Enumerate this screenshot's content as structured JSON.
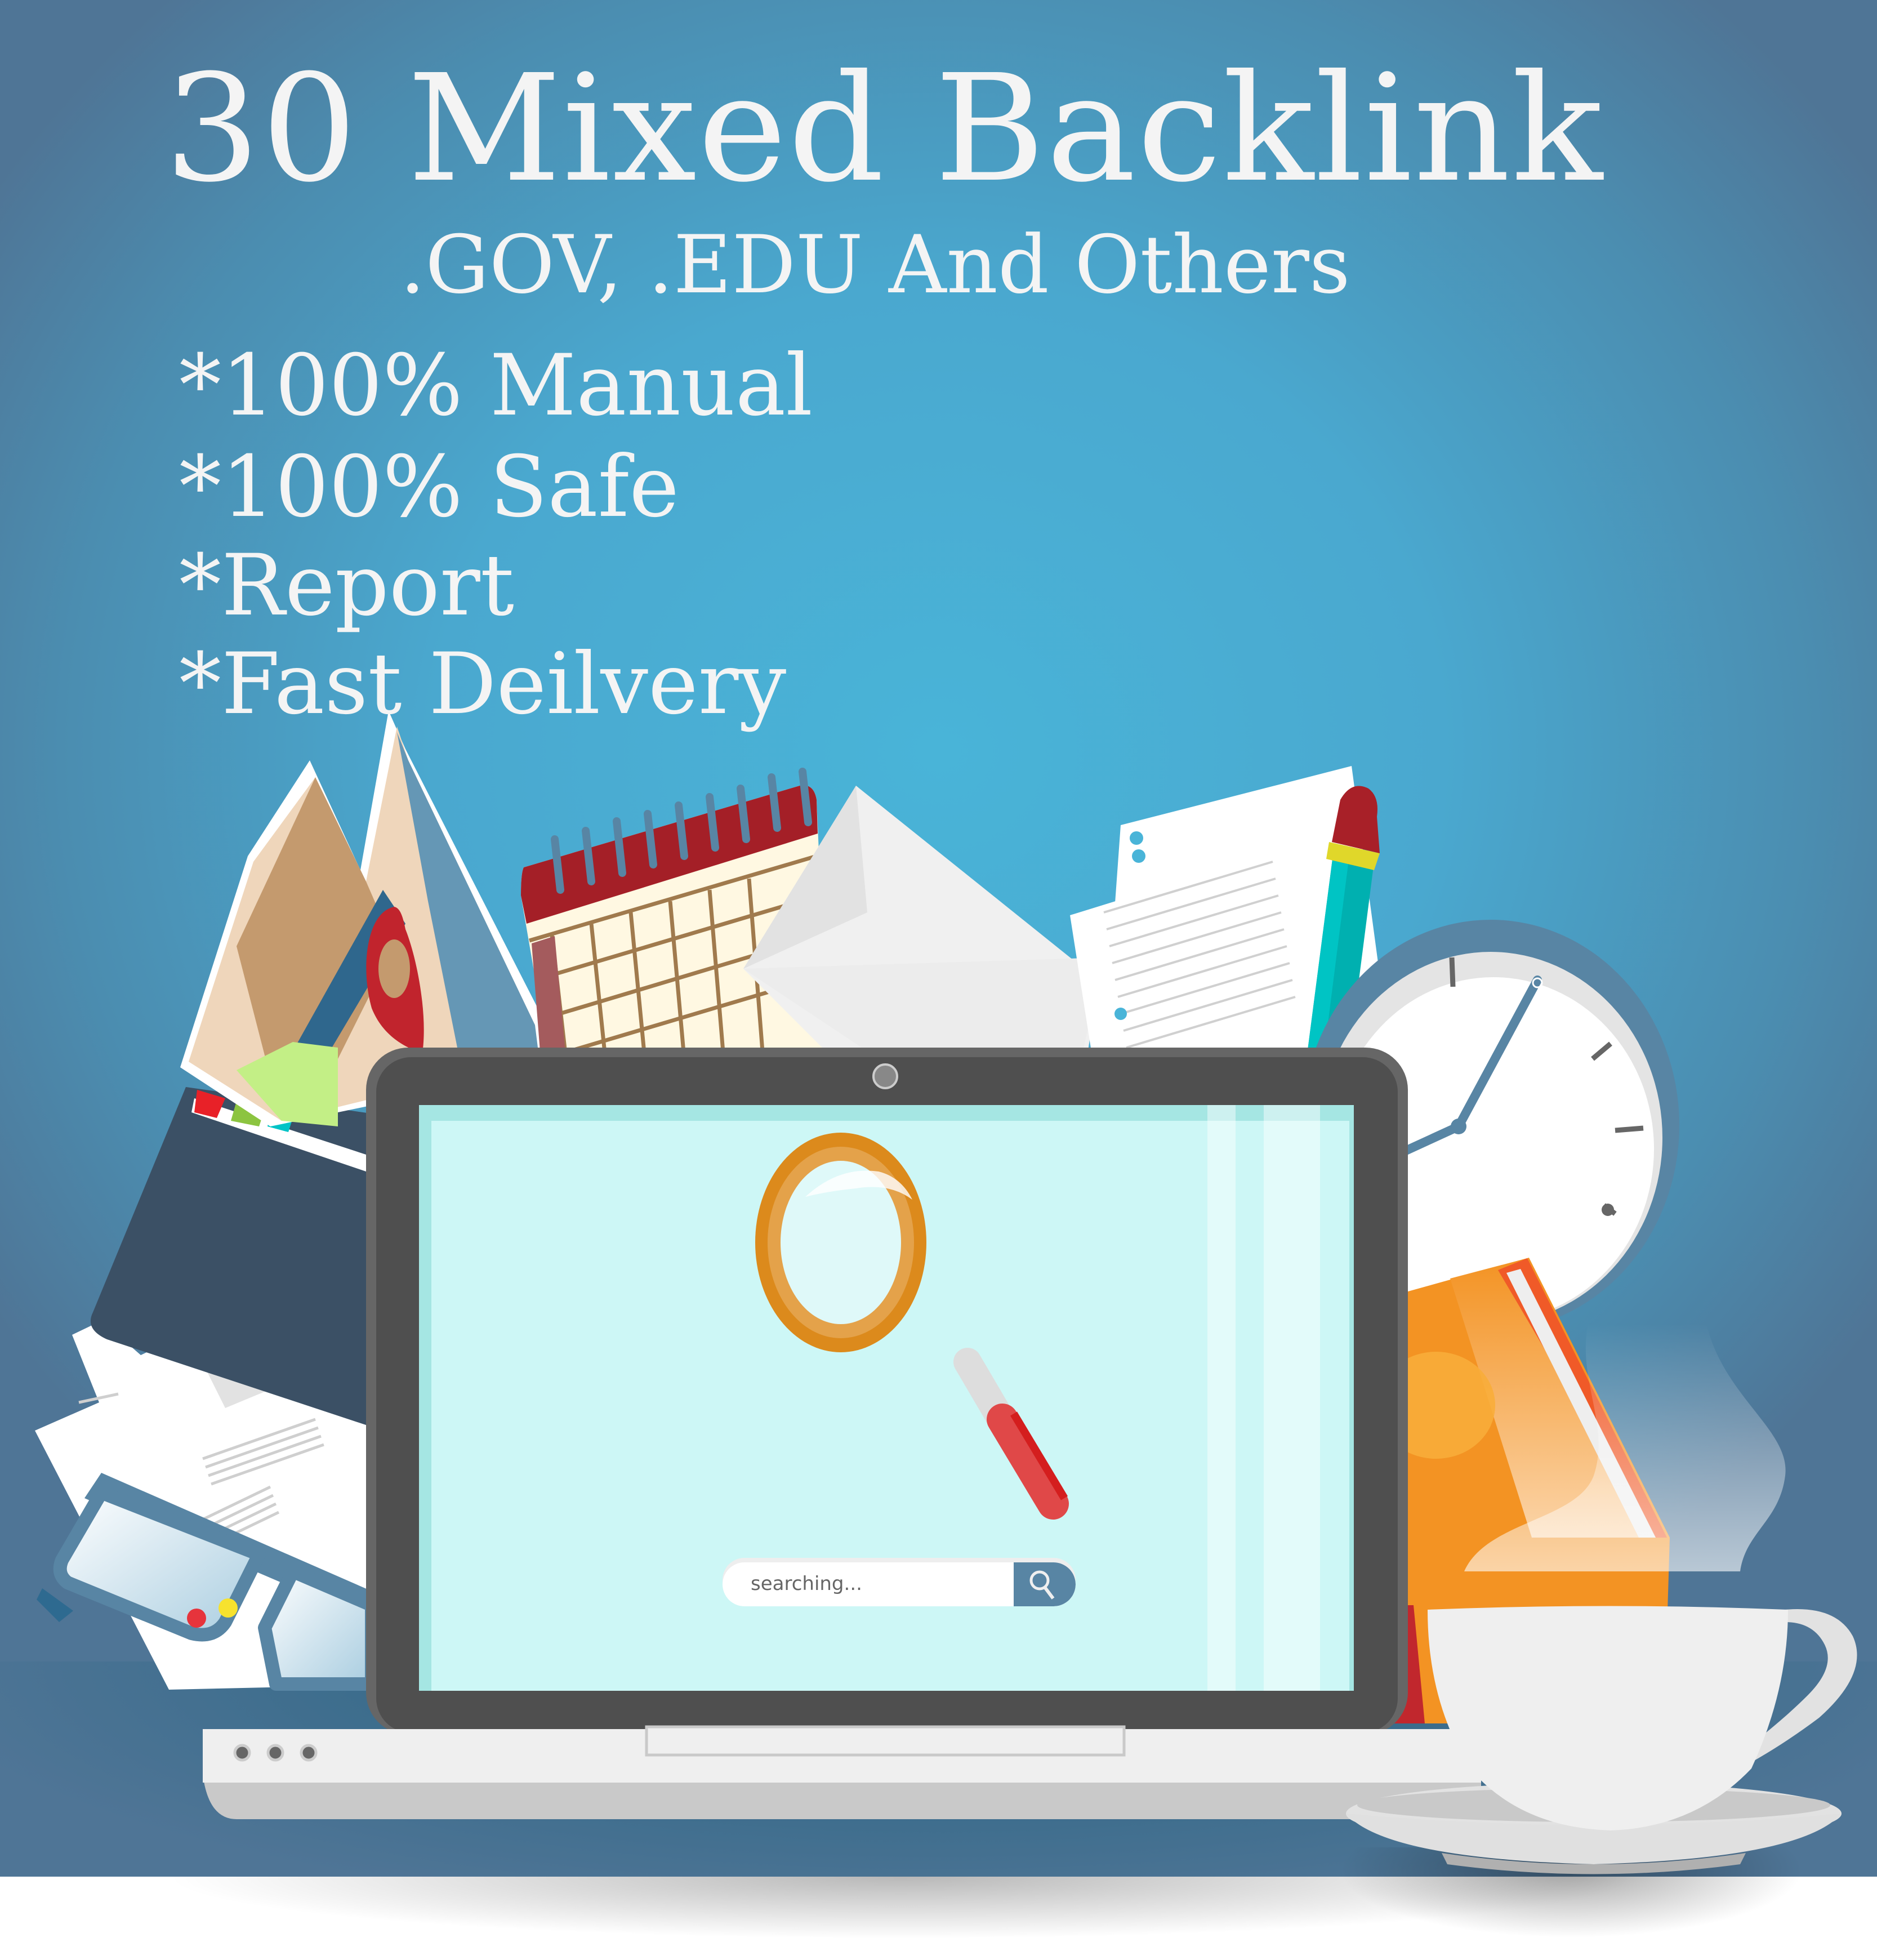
{
  "headline": "30 Mixed Backlink",
  "subheadline": ".GOV, .EDU And Others",
  "features": [
    "*100% Manual",
    "*100% Safe",
    "*Report",
    "*Fast Deilvery"
  ],
  "illustration": {
    "search_bar": {
      "placeholder_text": "searching...",
      "button_icon": "search-icon"
    },
    "objects": [
      "map-icon",
      "calendar-icon",
      "envelope-icon",
      "notepad-icon",
      "pencil-icon",
      "clock-icon",
      "book-icon",
      "coffee-cup-icon",
      "glasses-icon",
      "laptop-icon",
      "magnifying-glass-icon",
      "webcam-icon"
    ]
  },
  "colors": {
    "background_top": "#49b4d8",
    "background_edge": "#4f7596",
    "text": "#f4f4f4",
    "laptop_bezel": "#4f4f4f",
    "screen": "#cdf7f6",
    "magnifier_ring": "#dc8a1c",
    "magnifier_handle": "#e04848",
    "search_button": "#5885a4",
    "book": "#f39323",
    "calendar_header": "#a41f27"
  }
}
